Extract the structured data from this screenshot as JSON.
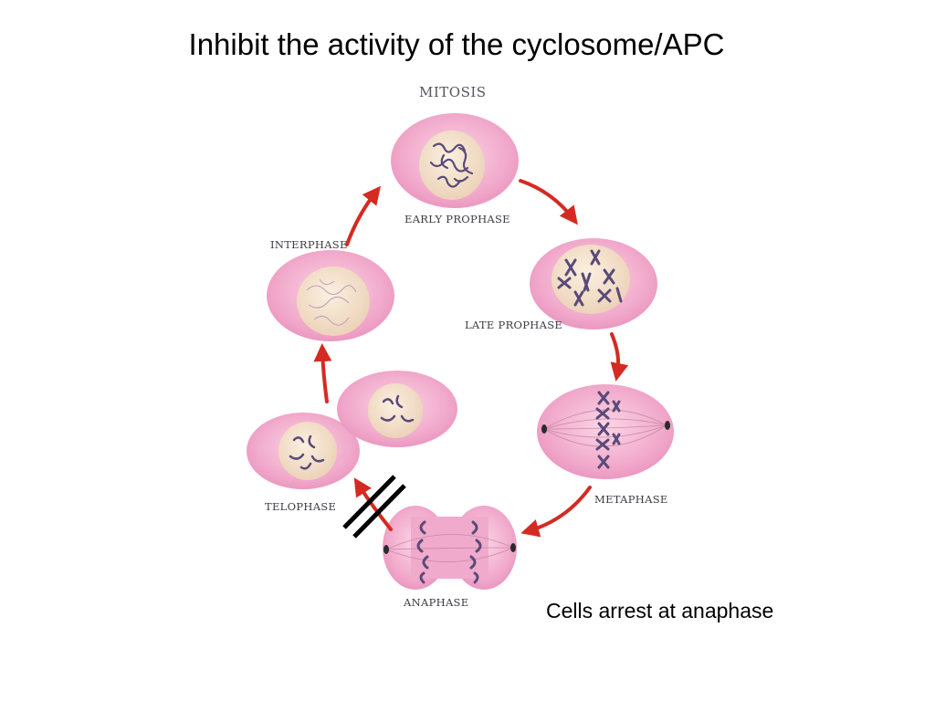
{
  "title": "Inhibit the activity of the cyclosome/APC",
  "caption": "Cells arrest at anaphase",
  "diagram": {
    "heading": "MITOSIS",
    "stages": {
      "early_prophase": "EARLY PROPHASE",
      "late_prophase": "LATE PROPHASE",
      "metaphase": "METAPHASE",
      "anaphase": "ANAPHASE",
      "telophase": "TELOPHASE",
      "interphase": "INTERPHASE"
    },
    "colors": {
      "cell": "#efa5c8",
      "nucleus": "#f3e0c4",
      "chromosome": "#5a4a78",
      "arrow": "#d42a22",
      "block_mark": "#000000"
    }
  }
}
